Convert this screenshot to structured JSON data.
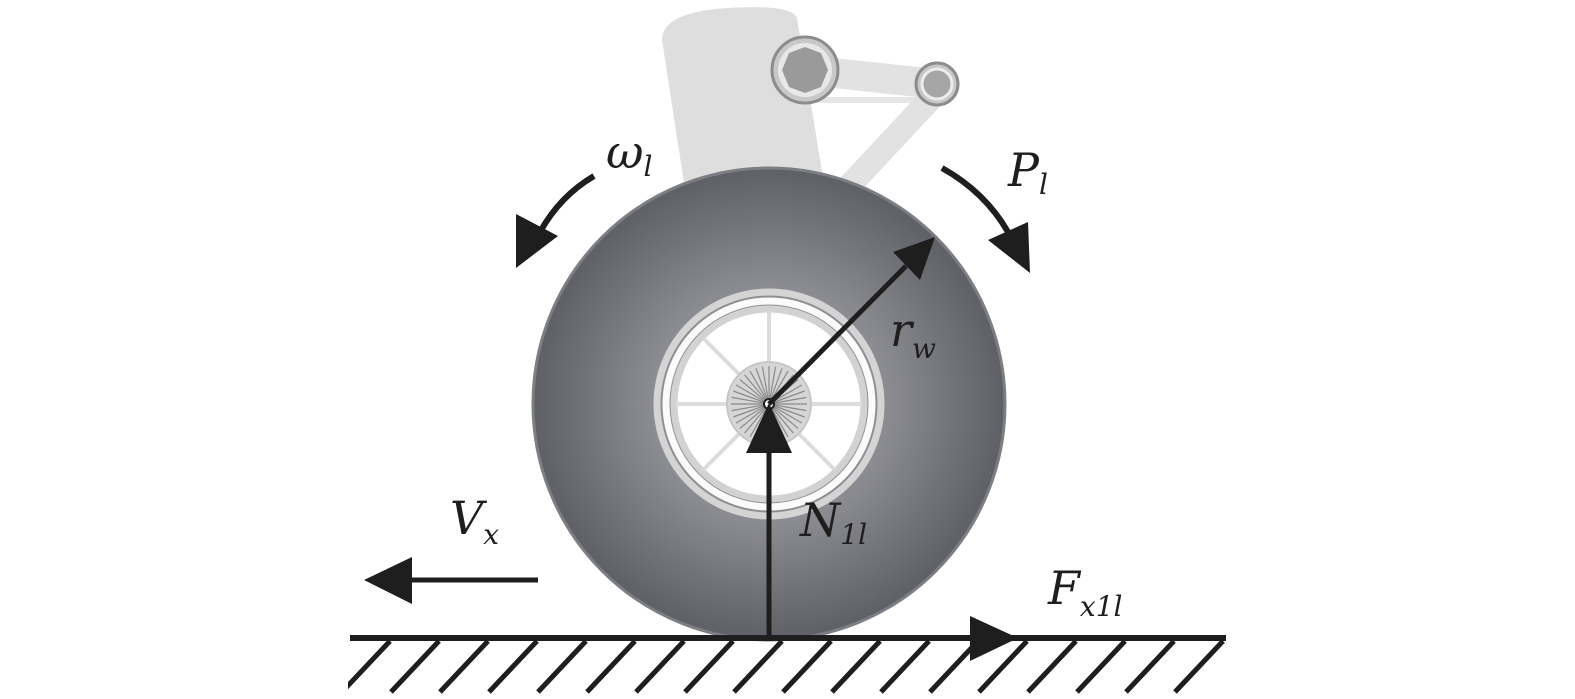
{
  "labels": {
    "omega": {
      "main": "ω",
      "sub": "l"
    },
    "torque": {
      "main": "P",
      "sub": "l"
    },
    "radius": {
      "main": "r",
      "sub": "w"
    },
    "velocity": {
      "main": "V",
      "sub": "x"
    },
    "normal": {
      "main": "N",
      "sub": "1l"
    },
    "friction": {
      "main": "F",
      "sub": "x1l"
    }
  },
  "colors": {
    "arrow": "#1e1e1e",
    "tire_center": "#b2b2b6",
    "tire_edge": "#5e6066",
    "strut": "#dedede",
    "rim": "#d2d2d2"
  }
}
